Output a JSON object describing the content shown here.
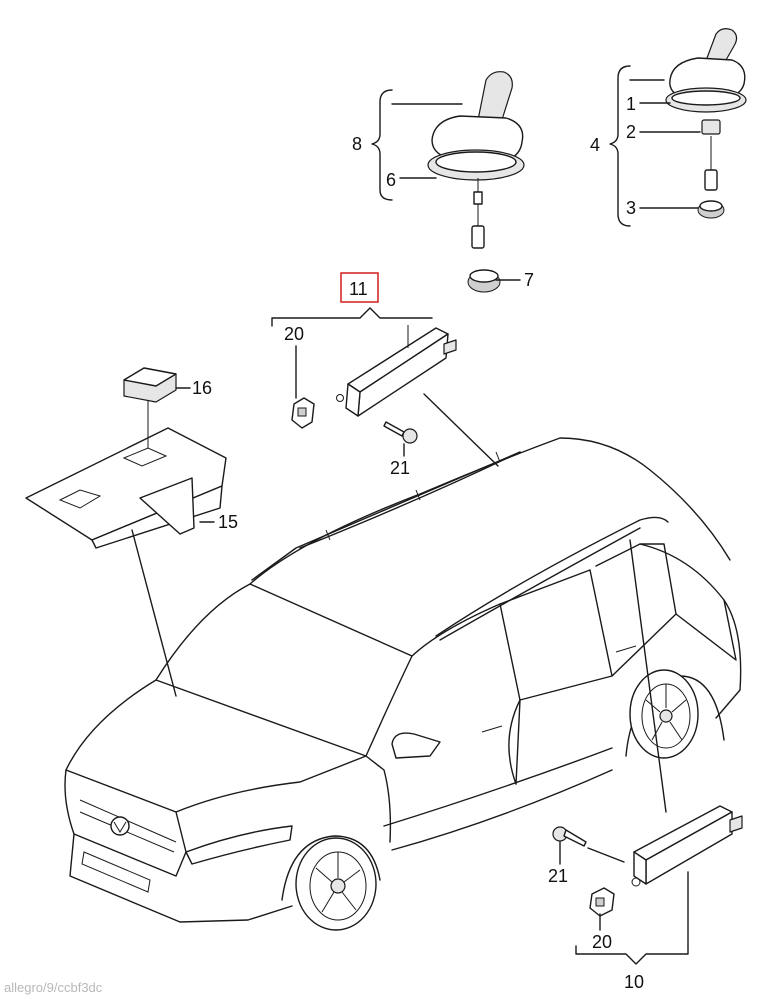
{
  "highlight_color": "#d62b2b",
  "line_color": "#1a1a1a",
  "callouts": {
    "c1": "1",
    "c2": "2",
    "c3": "3",
    "c4": "4",
    "c6": "6",
    "c7": "7",
    "c8": "8",
    "c10": "10",
    "c11": "11",
    "c15": "15",
    "c16": "16",
    "c20_top": "20",
    "c20_bottom": "20",
    "c21_top": "21",
    "c21_bottom": "21"
  },
  "watermark": "allegro/9/ccbf3dc"
}
